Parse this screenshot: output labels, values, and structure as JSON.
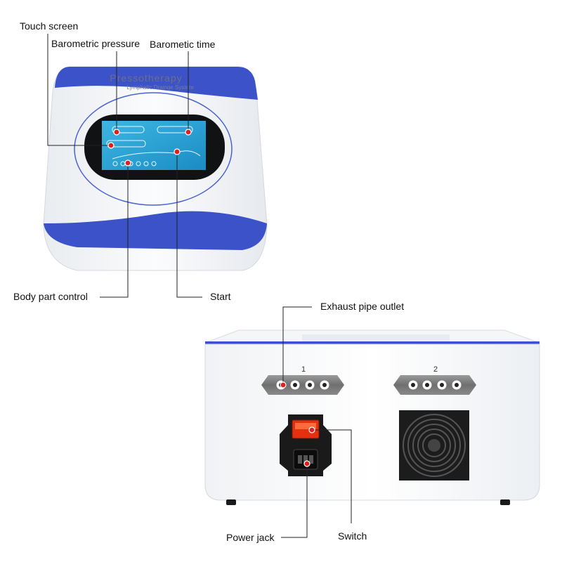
{
  "top_device": {
    "brand": "Pressotherapy",
    "subtitle": "Lymphatic Drainge System"
  },
  "rear_device": {
    "port_labels": [
      "1",
      "2"
    ]
  },
  "callouts": {
    "touch_screen": "Touch screen",
    "barometric_pressure": "Barometric pressure",
    "barometic_time": "Barometic time",
    "body_part_control": "Body part control",
    "start": "Start",
    "exhaust_pipe_outlet": "Exhaust pipe outlet",
    "power_jack": "Power jack",
    "switch": "Switch"
  },
  "colors": {
    "device_blue": "#3b52c8",
    "screen_cyan": "#2fa6d6",
    "marker_red": "#e02020",
    "panel_grey": "#7d7d7d",
    "switch_red": "#e53010"
  }
}
